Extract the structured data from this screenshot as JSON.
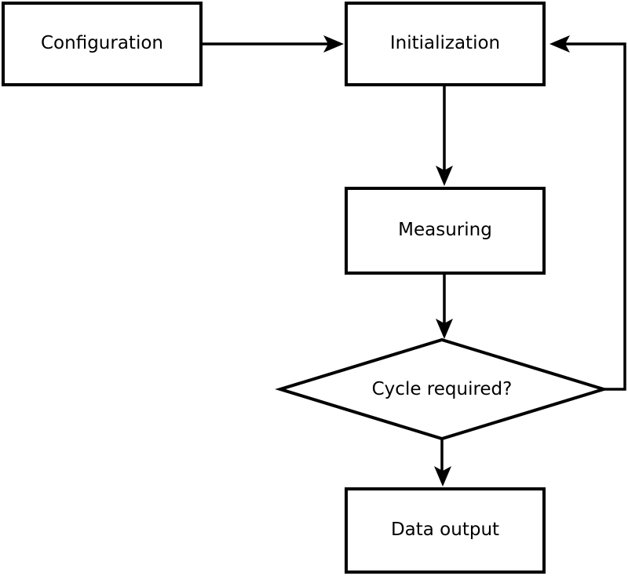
{
  "diagram": {
    "type": "flowchart",
    "background_color": "#ffffff",
    "line_color": "#000000",
    "text_color": "#000000",
    "node_fill_color": "#ffffff",
    "nodes": [
      {
        "id": "configuration",
        "label": "Configuration",
        "shape": "rectangle"
      },
      {
        "id": "initialization",
        "label": "Initialization",
        "shape": "rectangle"
      },
      {
        "id": "measuring",
        "label": "Measuring",
        "shape": "rectangle"
      },
      {
        "id": "cycle_required",
        "label": "Cycle required?",
        "shape": "diamond"
      },
      {
        "id": "data_output",
        "label": "Data output",
        "shape": "rectangle"
      }
    ],
    "edges": [
      {
        "from": "configuration",
        "to": "initialization",
        "direction": "right"
      },
      {
        "from": "initialization",
        "to": "measuring",
        "direction": "down"
      },
      {
        "from": "measuring",
        "to": "cycle_required",
        "direction": "down"
      },
      {
        "from": "cycle_required",
        "to": "data_output",
        "direction": "down"
      },
      {
        "from": "cycle_required",
        "to": "initialization",
        "direction": "right-then-up-loop"
      }
    ]
  }
}
